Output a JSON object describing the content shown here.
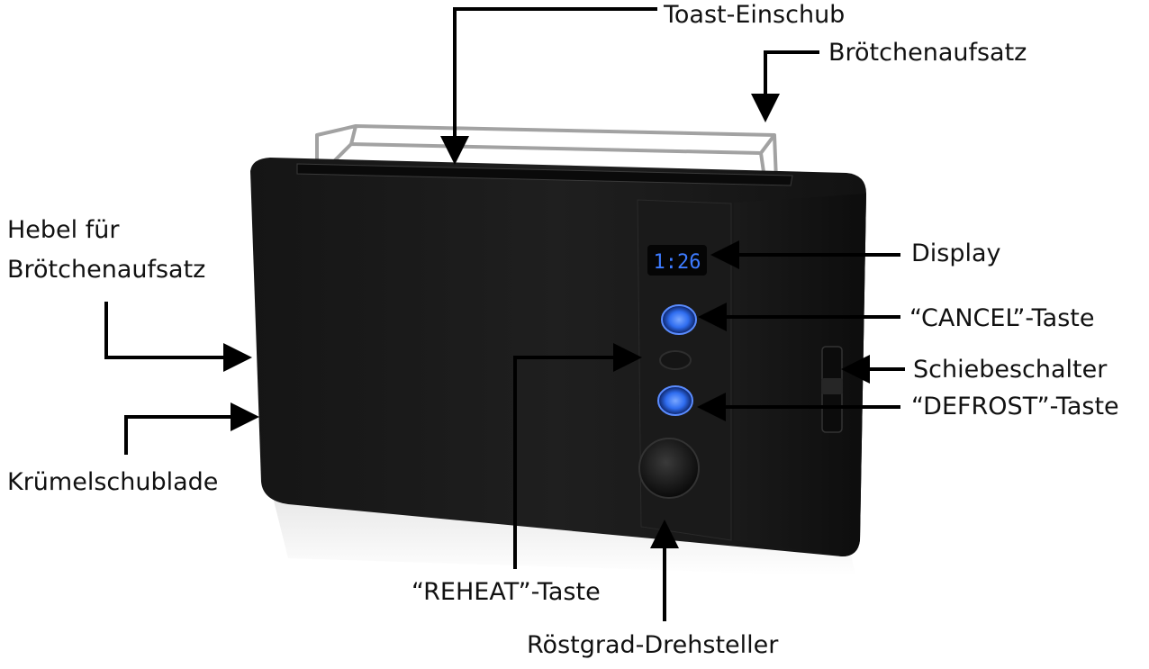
{
  "labels": {
    "toast_slot": "Toast-Einschub",
    "bun_rack": "Brötchenaufsatz",
    "bun_rack_lever_line1": "Hebel für",
    "bun_rack_lever_line2": "Brötchenaufsatz",
    "display": "Display",
    "cancel_button": "“CANCEL”-Taste",
    "slide_switch": "Schiebeschalter",
    "defrost_button": "“DEFROST”-Taste",
    "crumb_tray": "Krümelschublade",
    "reheat_button": "“REHEAT”-Taste",
    "browning_dial": "Röstgrad-Drehsteller"
  },
  "device": {
    "display_value": "1:26"
  },
  "colors": {
    "body": "#1e1e1e",
    "body_edge": "#2b2b2b",
    "rack": "#9a9a9a",
    "button_glow": "#2f6df0",
    "display_text": "#3d7bff",
    "leader_line": "#000000"
  }
}
